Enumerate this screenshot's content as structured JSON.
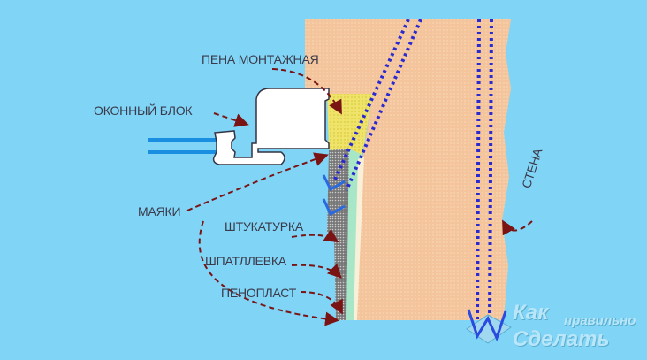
{
  "labels": {
    "foam": "ПЕНА МОНТАЖНАЯ",
    "window_block": "ОКОННЫЙ БЛОК",
    "beacons": "МАЯКИ",
    "plaster": "ШТУКАТУРКА",
    "putty": "ШПАТЛЛЕВКА",
    "polystyrene": "ПЕНОПЛАСТ",
    "wall": "СТЕНА"
  },
  "logo": {
    "line1": "Как",
    "line2": "правильно",
    "line3": "Сделать"
  },
  "colors": {
    "background": "#80d4f6",
    "wall": "#f4c49c",
    "foam": "#efe36a",
    "plaster": "#8a8a8a",
    "putty": "#a8e6c8",
    "arrow": "#7a1414",
    "guide": "#2a2ad0"
  }
}
